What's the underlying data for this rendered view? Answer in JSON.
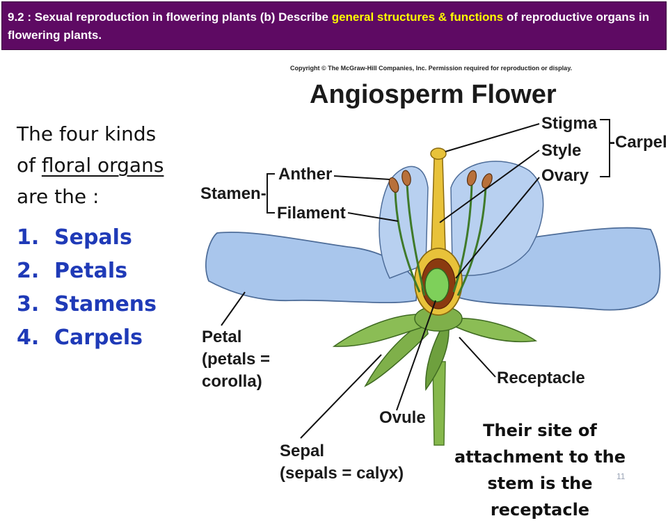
{
  "header": {
    "part1": "9.2 : Sexual reproduction in flowering plants  (b) Describe ",
    "highlight": "general  structures  &  functions",
    "part2": "  of reproductive organs in flowering plants."
  },
  "lead": {
    "line1": "The four kinds",
    "line2_pre": "of ",
    "line2_ul": "floral organs ",
    "line3": "are the :"
  },
  "organs": [
    {
      "num": "1.",
      "name": "Sepals"
    },
    {
      "num": "2.",
      "name": "Petals"
    },
    {
      "num": "3.",
      "name": "Stamens"
    },
    {
      "num": "4.",
      "name": "Carpels"
    }
  ],
  "diagram": {
    "copyright": "Copyright © The McGraw-Hill Companies, Inc. Permission required for reproduction or display.",
    "title": "Angiosperm Flower",
    "labels": {
      "stigma": "Stigma",
      "style": "Style",
      "ovary": "Ovary",
      "carpel": "-Carpel",
      "anther": "Anther",
      "filament": "Filament",
      "stamen": "Stamen-",
      "petal_1": "Petal",
      "petal_2": "(petals =",
      "petal_3": "corolla)",
      "receptacle": "Receptacle",
      "ovule": "Ovule",
      "sepal_1": "Sepal",
      "sepal_2": "(sepals = calyx)"
    },
    "colors": {
      "petal": "#a9c6ec",
      "sepal": "#7fb04a",
      "pistil": "#e8c23a",
      "anther": "#b8703a"
    }
  },
  "note": {
    "line1": "Their site of",
    "line2": "attachment to the",
    "line3": "stem is the receptacle"
  },
  "slide_number": "11"
}
